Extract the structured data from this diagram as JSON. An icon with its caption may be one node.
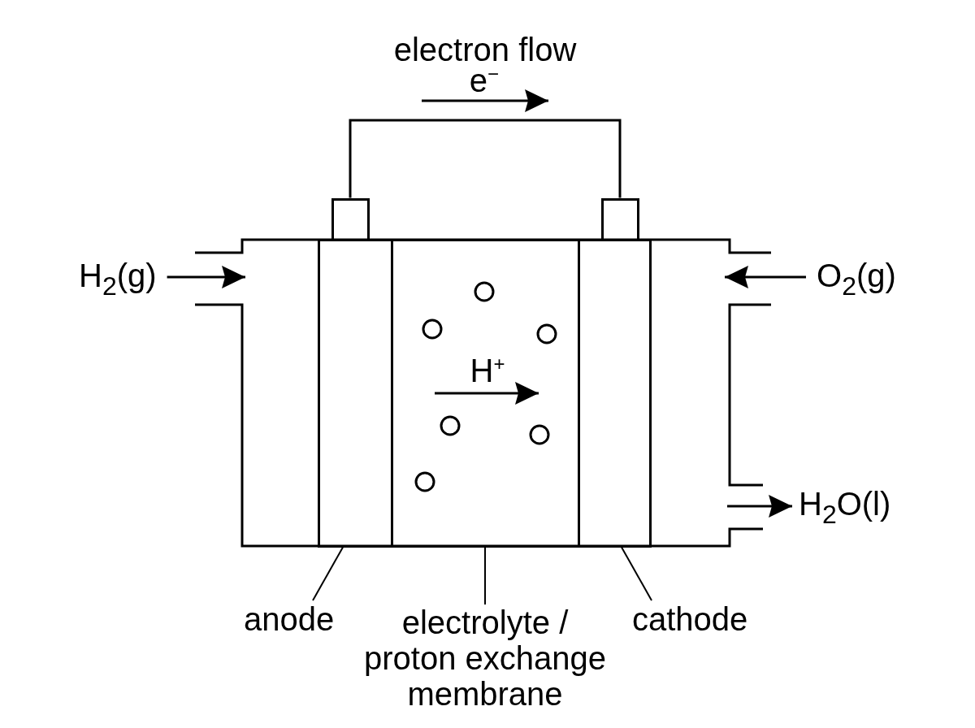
{
  "diagram": {
    "nodes": [
      {
        "text": [],
        "shape": "box"
      },
      {
        "text": [],
        "shape": "box"
      },
      {
        "text": [
          "H$_{2}$(g)"
        ]
      },
      {
        "text": [
          "O$_{2}$(g)"
        ]
      },
      {
        "text": [],
        "shape": "box"
      },
      {
        "text": [],
        "shape": "box"
      },
      {
        "text": [],
        "shape": "box"
      },
      {
        "text": [
          "H$_{2}$O(l)"
        ]
      },
      {
        "text": [
          "anode"
        ]
      },
      {
        "text": [
          "electrolyte / proton exchange membrane"
        ]
      },
      {
        "text": [
          "cathode"
        ]
      }
    ],
    "edges": [
      {
        "from": 0,
        "to": 1,
        "arrow": "none"
      },
      {
        "from": 2,
        "to": null,
        "arrow": "to"
      },
      {
        "from": 3,
        "to": null,
        "arrow": "to"
      },
      {
        "from": null,
        "to": 7,
        "arrow": "to"
      },
      {
        "from": 8,
        "to": 4,
        "arrow": "none"
      },
      {
        "from": 9,
        "to": 5,
        "arrow": "none"
      },
      {
        "from": 10,
        "to": 6,
        "arrow": "none"
      }
    ],
    "labels": [
      "electron flow",
      "e$^{−}$",
      "H$^{+}$"
    ]
  }
}
